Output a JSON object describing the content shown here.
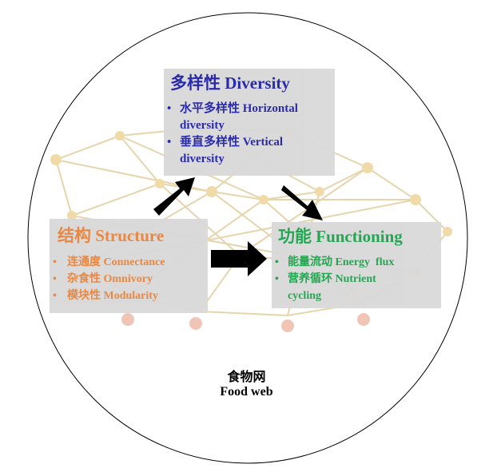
{
  "diversity": {
    "title": "多样性 Diversity",
    "items": [
      {
        "line1": "水平多样性 Horizontal",
        "line2": "diversity"
      },
      {
        "line1": "垂直多样性 Vertical",
        "line2": "diversity"
      }
    ]
  },
  "structure": {
    "title": "结构 Structure",
    "items": [
      "连通度 Connectance",
      "杂食性 Omnivory",
      "模块性 Modularity"
    ]
  },
  "functioning": {
    "title": "功能 Functioning",
    "items": [
      {
        "line1": "能量流动 Energy  flux",
        "line2": ""
      },
      {
        "line1": "营养循环 Nutrient",
        "line2": "cycling"
      }
    ]
  },
  "caption": {
    "zh": "食物网",
    "en": "Food web"
  },
  "bullet": "•",
  "colors": {
    "diversity_text": "#1f1fa8",
    "structure_text": "#e8823a",
    "functioning_text": "#1aa24a",
    "box_fill": "#d9d9d9",
    "arrow": "#000000",
    "node_fill": "#e8b84a",
    "link": "#c8a040"
  }
}
